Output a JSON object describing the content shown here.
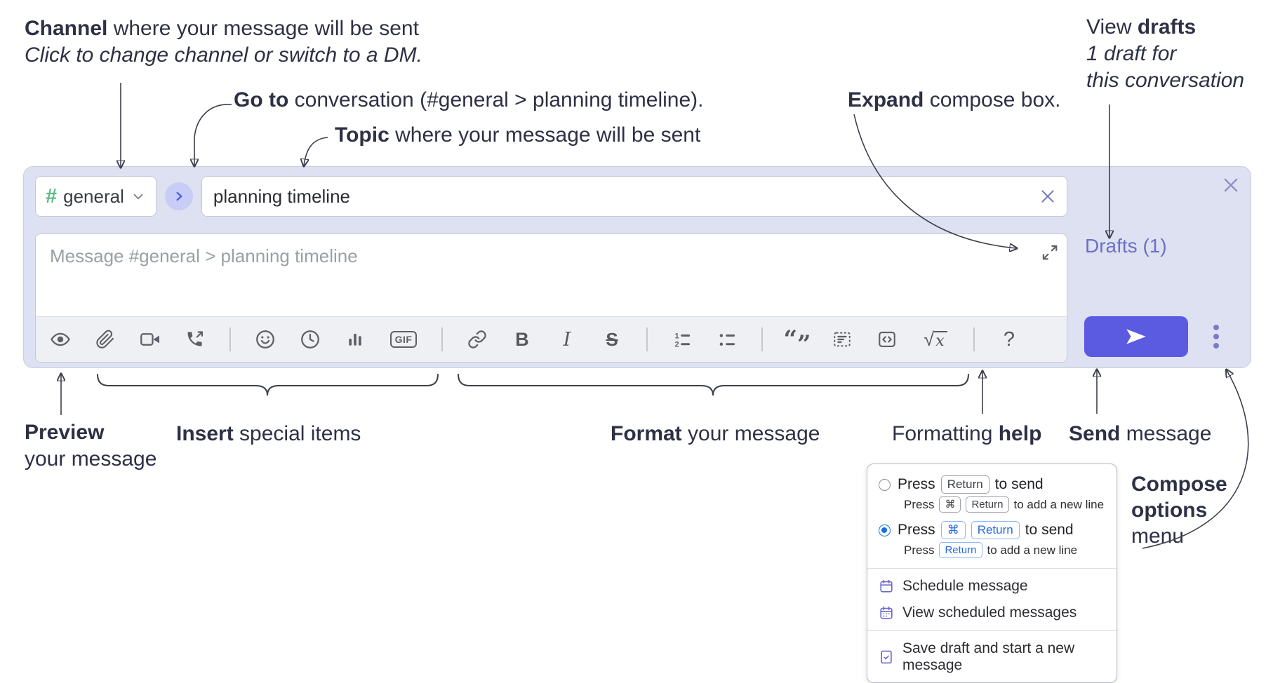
{
  "colors": {
    "panel_bg": "#dee1f1",
    "send_button": "#5a5be0",
    "drafts_link": "#6d70c5",
    "channel_hash_green": "#5cb887",
    "goto_circle_bg": "#c7cdf6",
    "kbd_blue": "#2469e3",
    "radio_selected_blue": "#1670e0",
    "menu_icon_purple": "#6b68ce",
    "toolbar_icon_gray": "#5d6066",
    "annotation_text": "#2e3145"
  },
  "annotations": {
    "channel": {
      "bold": "Channel",
      "rest": " where your message will be sent",
      "line2": "Click to change channel or switch to a DM."
    },
    "go_to": {
      "bold": "Go to",
      "rest": " conversation (#general > planning timeline)."
    },
    "topic": {
      "bold": "Topic",
      "rest": " where your message will be sent"
    },
    "expand": {
      "bold": "Expand",
      "rest": " compose box."
    },
    "view_drafts": {
      "pre": "View ",
      "bold": "drafts",
      "line2": "1 draft for",
      "line3": "this conversation"
    },
    "preview": {
      "bold": "Preview",
      "line2": "your message"
    },
    "insert": {
      "bold": "Insert",
      "rest": " special items"
    },
    "format": {
      "bold": "Format",
      "rest": " your message"
    },
    "formatting_help": {
      "pre": "Formatting ",
      "bold": "help"
    },
    "send": {
      "bold": "Send",
      "rest": " message"
    },
    "compose_options": {
      "line1": "Compose",
      "line2": "options",
      "line3": "menu"
    }
  },
  "compose": {
    "channel": {
      "hash": "#",
      "name": "general"
    },
    "topic_value": "planning timeline",
    "message_placeholder": "Message #general > planning timeline",
    "drafts_label": "Drafts (1)"
  },
  "toolbar": {
    "gif": "GIF",
    "bold": "B",
    "italic": "I",
    "strike": "S",
    "ol_1": "1",
    "ol_2": "2",
    "quote_open": "“",
    "quote_close": "”",
    "math_root": "√",
    "math_x": "x",
    "help": "?"
  },
  "popup": {
    "row1": {
      "press": "Press",
      "kbd1": "Return",
      "tail": "to send",
      "sub_press": "Press",
      "sub_kbd1": "⌘",
      "sub_kbd2": "Return",
      "sub_tail": "to add a new line"
    },
    "row2": {
      "press": "Press",
      "kbd1": "⌘",
      "kbd2": "Return",
      "tail": "to send",
      "sub_press": "Press",
      "sub_kbd1": "Return",
      "sub_tail": "to add a new line"
    },
    "item_schedule": "Schedule message",
    "item_view_scheduled": "View scheduled messages",
    "item_save_draft": "Save draft and start a new message"
  }
}
